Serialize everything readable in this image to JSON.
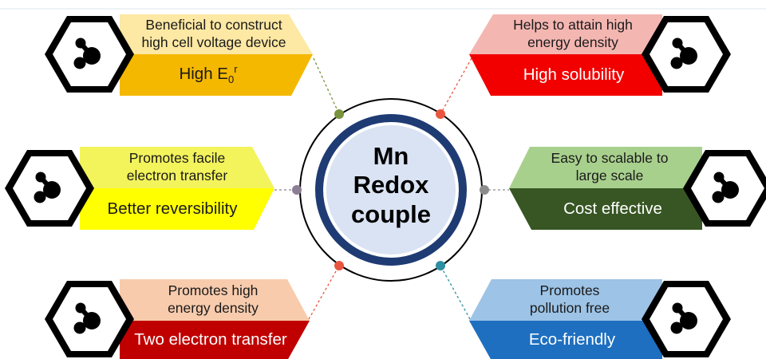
{
  "center": {
    "lines": [
      "Mn",
      "Redox",
      "couple"
    ]
  },
  "items": [
    {
      "sub_lines": [
        "Beneficial to construct",
        "high cell voltage device"
      ],
      "main": "High E",
      "main_sub": "0",
      "main_sup": "r",
      "sub_color": "#fde8a4",
      "main_color": "#f5b800",
      "dot_color": "#77933c",
      "main_text_color": "#1a1a1a"
    },
    {
      "sub_lines": [
        "Helps to attain high",
        "energy density"
      ],
      "main": "High solubility",
      "sub_color": "#f4b6b1",
      "main_color": "#f20000",
      "dot_color": "#e9563f",
      "main_text_color": "#ffffff"
    },
    {
      "sub_lines": [
        "Promotes facile",
        "electron transfer"
      ],
      "main": "Better reversibility",
      "sub_color": "#f3f35c",
      "main_color": "#ffff00",
      "dot_color": "#8c7f95",
      "main_text_color": "#1a1a1a"
    },
    {
      "sub_lines": [
        "Easy to scalable to",
        "large scale"
      ],
      "main": "Cost effective",
      "sub_color": "#a8d08d",
      "main_color": "#375623",
      "dot_color": "#8c8c8c",
      "main_text_color": "#ffffff"
    },
    {
      "sub_lines": [
        "Promotes high",
        "energy density"
      ],
      "main": "Two electron transfer",
      "sub_color": "#f8cbad",
      "main_color": "#c00000",
      "dot_color": "#e9563f",
      "main_text_color": "#ffffff"
    },
    {
      "sub_lines": [
        "Promotes",
        "pollution free"
      ],
      "main": "Eco-friendly",
      "sub_color": "#9dc3e6",
      "main_color": "#1e6fc0",
      "dot_color": "#2e8fa3",
      "main_text_color": "#ffffff"
    }
  ],
  "icon": "molecule-icon",
  "colors": {
    "ring_outer": "#1f3b73",
    "ring_fill": "#dae3f3",
    "hexagon_border": "#000000"
  }
}
